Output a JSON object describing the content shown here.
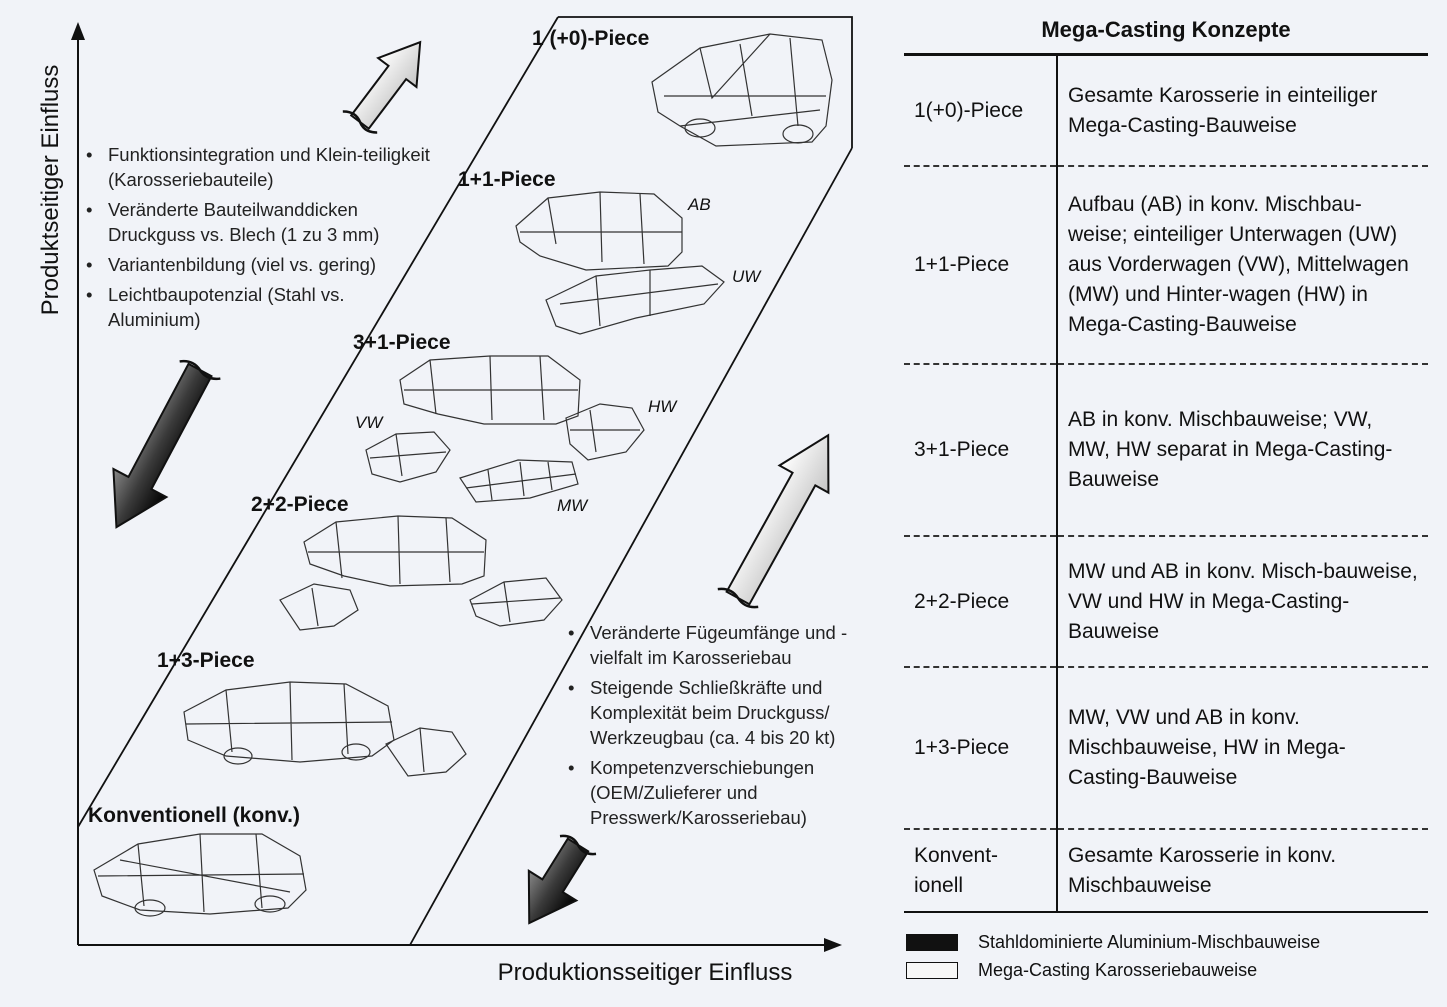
{
  "axes": {
    "y_label": "Produktseitiger Einfluss",
    "x_label": "Produktionsseitiger Einfluss"
  },
  "stages": [
    {
      "label": "1 (+0)-Piece"
    },
    {
      "label": "1+1-Piece",
      "parts": [
        "AB",
        "UW"
      ]
    },
    {
      "label": "3+1-Piece",
      "parts": [
        "HW",
        "VW",
        "MW"
      ]
    },
    {
      "label": "2+2-Piece"
    },
    {
      "label": "1+3-Piece"
    },
    {
      "label": "Konventionell (konv.)"
    }
  ],
  "product_bullets": [
    "Funktionsintegration und Klein-teiligkeit (Karosseriebauteile)",
    "Veränderte Bauteilwanddicken Druckguss vs. Blech (1 zu 3 mm)",
    "Variantenbildung (viel vs. gering)",
    "Leichtbaupotenzial (Stahl vs. Aluminium)"
  ],
  "production_bullets": [
    "Veränderte Fügeumfänge und -vielfalt im Karosseriebau",
    "Steigende Schließkräfte und Komplexität beim Druckguss/ Werkzeugbau (ca. 4 bis 20 kt)",
    "Kompetenzverschiebungen (OEM/Zulieferer und Presswerk/Karosseriebau)"
  ],
  "table": {
    "title": "Mega-Casting Konzepte",
    "rows": [
      {
        "name": "1(+0)-Piece",
        "desc": "Gesamte Karosserie in einteiliger Mega-Casting-Bauweise"
      },
      {
        "name": "1+1-Piece",
        "desc": "Aufbau (AB) in konv. Mischbau-weise; einteiliger Unterwagen (UW) aus Vorderwagen (VW), Mittelwagen (MW) und Hinter-wagen (HW) in Mega-Casting-Bauweise"
      },
      {
        "name": "3+1-Piece",
        "desc": "AB in konv. Mischbauweise; VW, MW, HW separat in Mega-Casting-Bauweise"
      },
      {
        "name": "2+2-Piece",
        "desc": "MW und AB in konv. Misch-bauweise, VW und HW in Mega-Casting-Bauweise"
      },
      {
        "name": "1+3-Piece",
        "desc": "MW, VW und AB in konv. Mischbauweise, HW in Mega-Casting-Bauweise"
      },
      {
        "name": "Konvent-ionell",
        "desc": "Gesamte Karosserie in konv. Mischbauweise"
      }
    ]
  },
  "legend": [
    {
      "label": "Stahldominierte Aluminium-Mischbauweise",
      "color": "#111111"
    },
    {
      "label": "Mega-Casting Karosseriebauweise",
      "color": "#f7f7f7"
    }
  ]
}
